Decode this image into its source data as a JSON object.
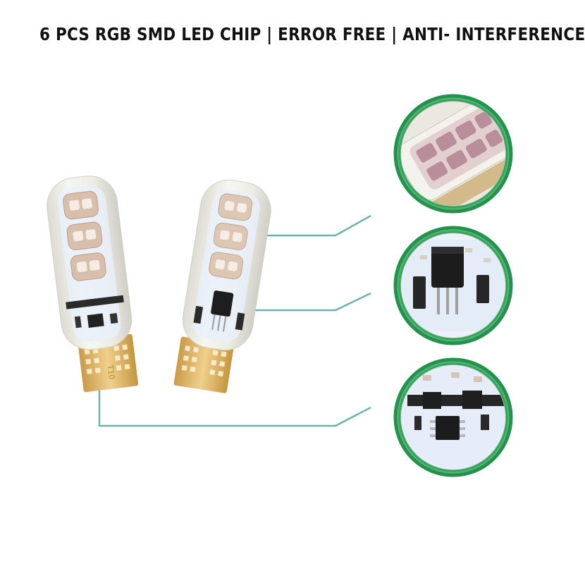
{
  "headline": "6 PCS RGB SMD LED CHIP | ERROR FREE | ANTI- INTERFERENCE",
  "colors": {
    "leader_line": "#6fb3a8",
    "ring_outer": "#1f8a4a",
    "ring_inner": "#bfe8c8",
    "pcb": "#e6eef8",
    "silicone": "#f3f3ef",
    "gold_pad": "#d9b46a",
    "led_chip": "#c9a88c",
    "component": "#222222"
  },
  "bulbs": [
    {
      "name": "left-bulb",
      "label": "T10"
    },
    {
      "name": "right-bulb"
    }
  ],
  "zoom_circles": [
    {
      "name": "zoom-circle-led-chips",
      "icon": "led-chip-closeup"
    },
    {
      "name": "zoom-circle-transistor",
      "icon": "transistor-closeup"
    },
    {
      "name": "zoom-circle-ic-chip",
      "icon": "ic-chip-closeup"
    }
  ]
}
